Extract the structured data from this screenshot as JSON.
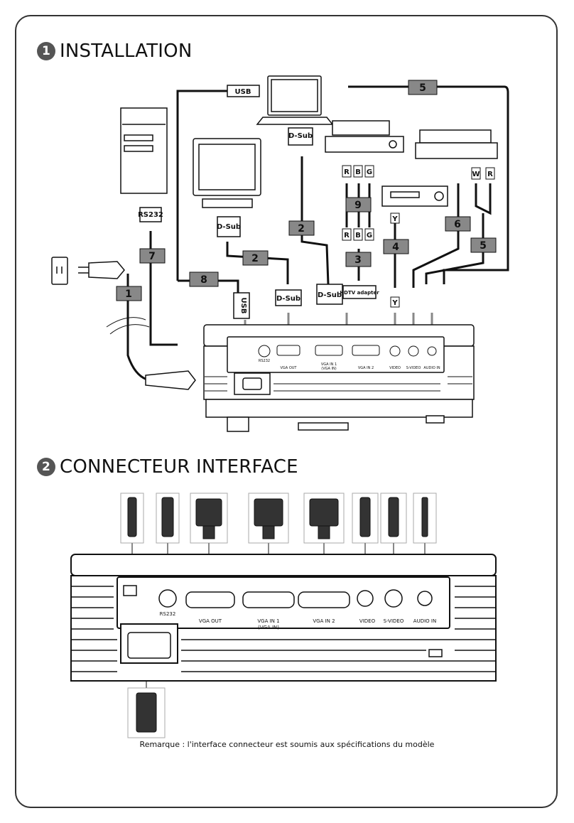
{
  "sections": {
    "installation": {
      "number": "1",
      "title": "INSTALLATION"
    },
    "interface": {
      "number": "2",
      "title": "CONNECTEUR INTERFACE"
    }
  },
  "cable_numbers": [
    "1",
    "2",
    "2",
    "3",
    "4",
    "5",
    "5",
    "6",
    "7",
    "8",
    "9"
  ],
  "labels": {
    "rs232": "RS232",
    "dsub": "D-Sub",
    "usb": "USB",
    "hdtv": "HDTV adapter",
    "r": "R",
    "b": "B",
    "g": "G",
    "w": "W",
    "y": "Y"
  },
  "ports": {
    "rs232": "RS232",
    "vga_out": "VGA OUT",
    "vga_in1": "VGA IN 1",
    "vga_in1_sub": "(VGA IN)",
    "vga_in2": "VGA IN 2",
    "video": "VIDEO",
    "svideo": "S-VIDEO",
    "audio_in": "AUDIO IN"
  },
  "note": "Remarque : l'interface connecteur est soumis aux spécifications du modèle",
  "colors": {
    "line": "#111111",
    "label_bg": "#888888",
    "device": "#ffffff"
  }
}
